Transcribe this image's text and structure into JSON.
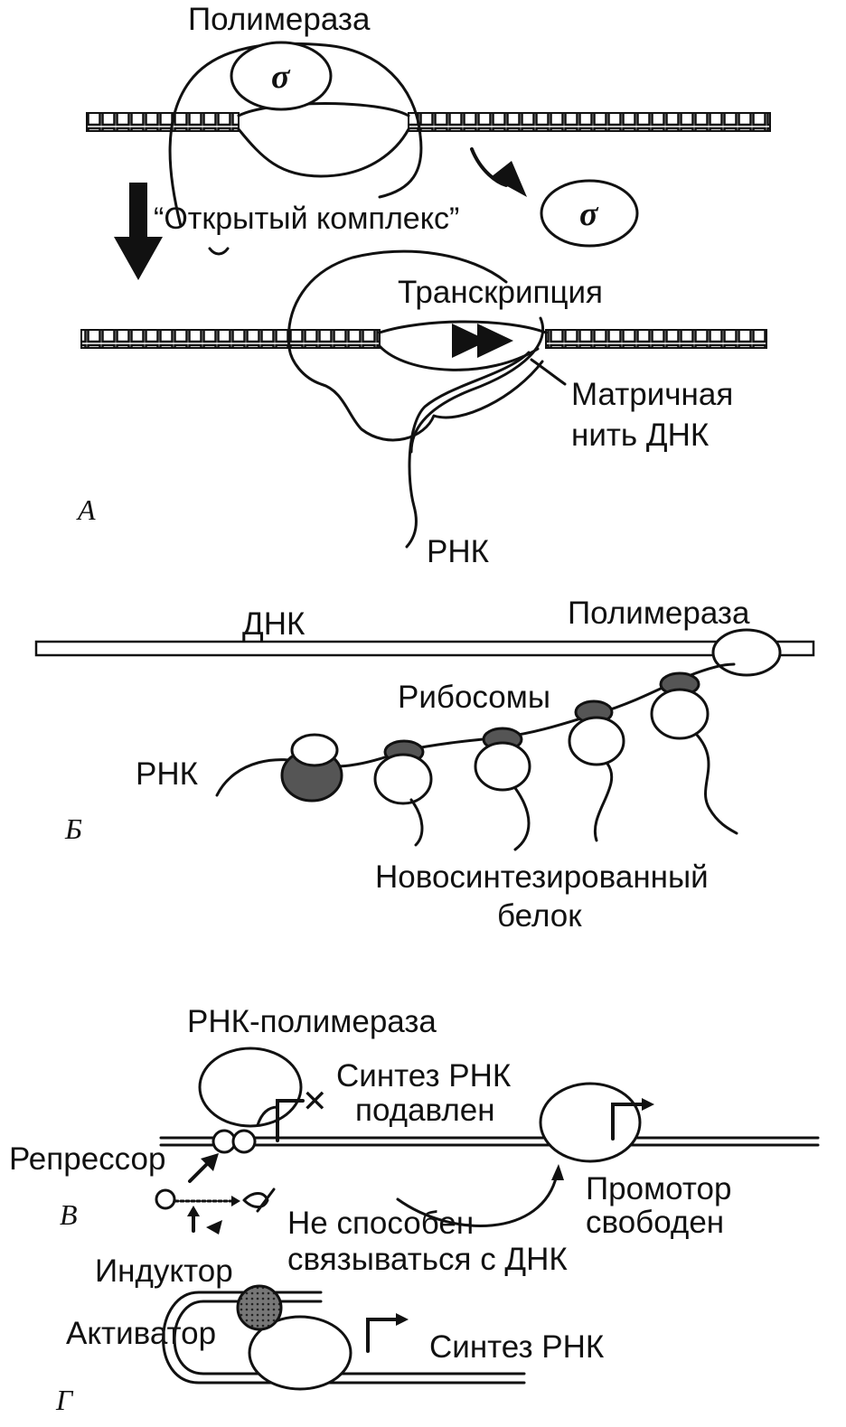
{
  "panel_a": {
    "panel_label": "А",
    "polymerase_label": "Полимераза",
    "sigma_label": "σ",
    "sigma_released_label": "σ",
    "open_complex_label": "“Открытый комплекс”",
    "transcription_label": "Транскрипция",
    "template_strand_label_line1": "Матричная",
    "template_strand_label_line2": "нить ДНК",
    "rna_label": "РНК"
  },
  "panel_b": {
    "panel_label": "Б",
    "dna_label": "ДНК",
    "polymerase_label": "Полимераза",
    "ribosomes_label": "Рибосомы",
    "rna_label": "РНК",
    "protein_label_line1": "Новосинтезированный",
    "protein_label_line2": "белок"
  },
  "panel_v": {
    "panel_label": "В",
    "rna_polymerase_label": "РНК-полимераза",
    "synthesis_blocked_line1": "Синтез РНК",
    "synthesis_blocked_line2": "подавлен",
    "repressor_label": "Репрессор",
    "promoter_free_line1": "Промотор",
    "promoter_free_line2": "свободен",
    "cannot_bind_line1": "Не способен",
    "cannot_bind_line2": "связываться с ДНК",
    "inducer_label": "Индуктор"
  },
  "panel_g": {
    "panel_label": "Г",
    "activator_label": "Активатор",
    "rna_synthesis_label": "Синтез РНК"
  }
}
